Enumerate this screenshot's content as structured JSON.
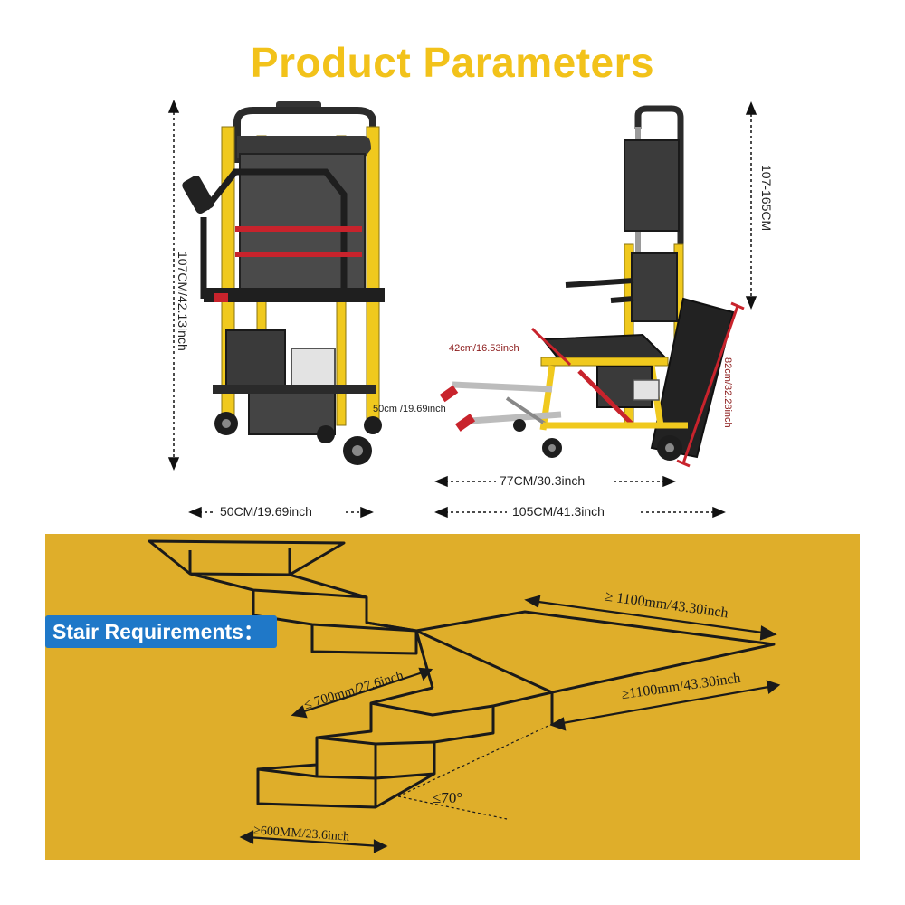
{
  "header": {
    "title": "Product Parameters"
  },
  "front_view": {
    "height_label": "107CM/42.13inch",
    "width_label": "50CM/19.69inch"
  },
  "side_view": {
    "height_label": "107-165CM",
    "seat_width_label": "42cm/16.53inch",
    "footrest_label": "50cm /19.69inch",
    "track_label": "82cm/32.28inch",
    "base_length_label": "77CM/30.3inch",
    "total_length_label": "105CM/41.3inch"
  },
  "stairs": {
    "badge": "Stair Requirements：",
    "landing_depth": "≥ 1100mm/43.30inch",
    "landing_width": "≥1100mm/43.30inch",
    "stair_width": "≤ 700mm/27.6inch",
    "angle": "≤70°",
    "step_depth": "≥600MM/23.6inch"
  },
  "colors": {
    "title": "#f2c21a",
    "frame_yellow": "#f0c91e",
    "panel_yellow": "#dfae2a",
    "badge_blue": "#1f78c8",
    "accent_red": "#c8232c"
  }
}
